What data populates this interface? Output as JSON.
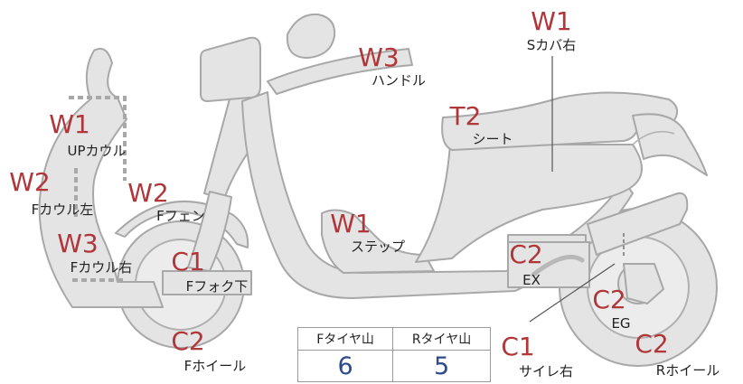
{
  "markers": [
    {
      "id": "s-cover-right",
      "code": "W1",
      "label": "Sカバ右"
    },
    {
      "id": "handle",
      "code": "W3",
      "label": "ハンドル"
    },
    {
      "id": "up-cowl",
      "code": "W1",
      "label": "UPカウル"
    },
    {
      "id": "seat",
      "code": "T2",
      "label": "シート"
    },
    {
      "id": "f-cowl-left",
      "code": "W2",
      "label": "Fカウル左"
    },
    {
      "id": "f-fender",
      "code": "W2",
      "label": "Fフェン"
    },
    {
      "id": "step",
      "code": "W1",
      "label": "ステップ"
    },
    {
      "id": "f-cowl-right",
      "code": "W3",
      "label": "Fカウル右"
    },
    {
      "id": "f-fork-lower",
      "code": "C1",
      "label": "Fフォク下"
    },
    {
      "id": "exhaust",
      "code": "C2",
      "label": "EX"
    },
    {
      "id": "engine",
      "code": "C2",
      "label": "EG"
    },
    {
      "id": "f-wheel",
      "code": "C2",
      "label": "Fホイール"
    },
    {
      "id": "silencer-right",
      "code": "C1",
      "label": "サイレ右"
    },
    {
      "id": "r-wheel",
      "code": "C2",
      "label": "Rホイール"
    }
  ],
  "tire_table": {
    "headers": [
      "Fタイヤ山",
      "Rタイヤ山"
    ],
    "values": [
      "6",
      "5"
    ]
  },
  "colors": {
    "code": "#b0363a",
    "label": "#222222",
    "table_value": "#2c4a8c",
    "part_fill": "#e4e4e4",
    "part_stroke": "#a8a8a8"
  }
}
